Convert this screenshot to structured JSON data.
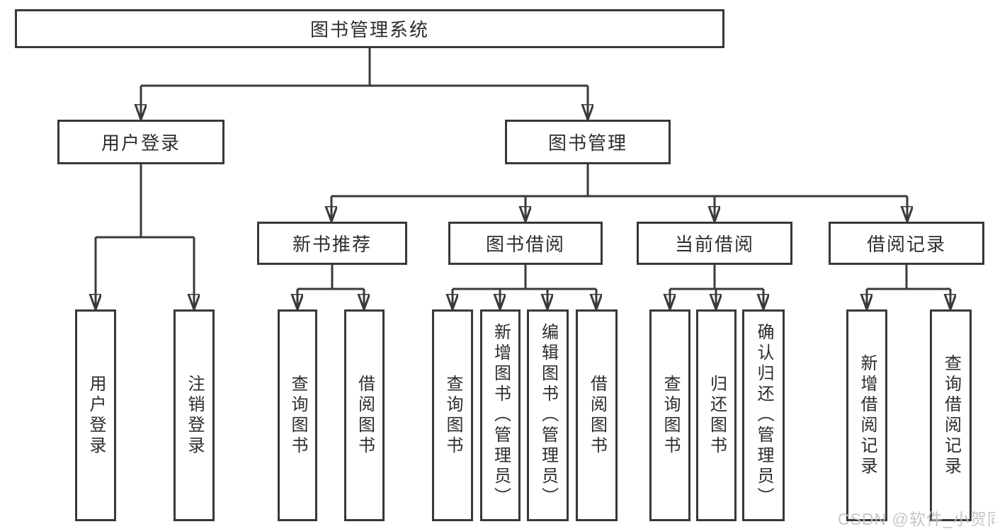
{
  "diagram": {
    "root": {
      "label": "图书管理系统"
    },
    "branches": [
      {
        "label": "用户登录",
        "children": [
          {
            "label": "用户登录"
          },
          {
            "label": "注销登录"
          }
        ]
      },
      {
        "label": "图书管理",
        "children": [
          {
            "label": "新书推荐",
            "children": [
              {
                "label": "查询图书"
              },
              {
                "label": "借阅图书"
              }
            ]
          },
          {
            "label": "图书借阅",
            "children": [
              {
                "label": "查询图书"
              },
              {
                "label": "新增图书（管理员）"
              },
              {
                "label": "编辑图书（管理员）"
              },
              {
                "label": "借阅图书"
              }
            ]
          },
          {
            "label": "当前借阅",
            "children": [
              {
                "label": "查询图书"
              },
              {
                "label": "归还图书"
              },
              {
                "label": "确认归还（管理员）"
              }
            ]
          },
          {
            "label": "借阅记录",
            "children": [
              {
                "label": "新增借阅记录"
              },
              {
                "label": "查询借阅记录"
              }
            ]
          }
        ]
      }
    ]
  },
  "watermark": {
    "text": "CSDN @软件_小贺同学"
  },
  "colors": {
    "line": "#3a3a3a",
    "box_border": "#383838",
    "text": "#2d2d2d",
    "watermark": "#c2c2c2",
    "background": "#ffffff"
  }
}
